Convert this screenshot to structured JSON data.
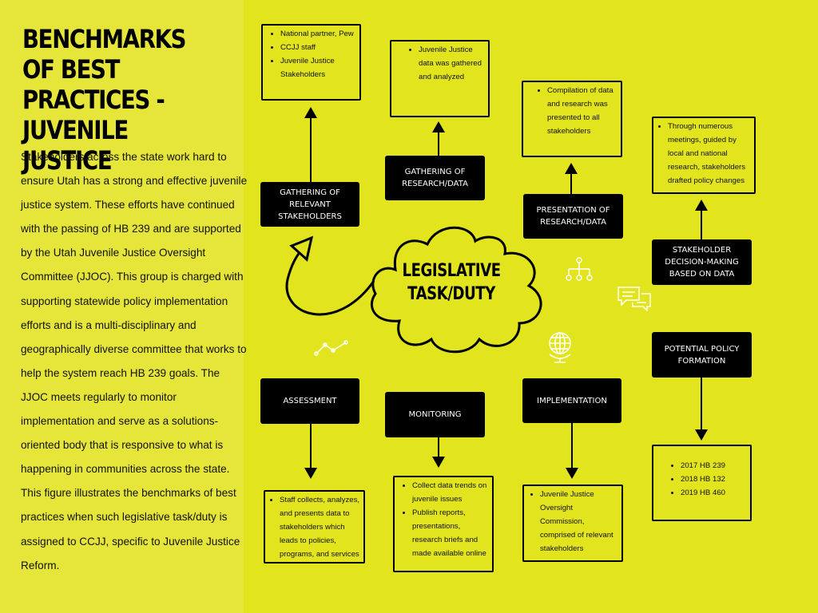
{
  "title": "BENCHMARKS OF BEST PRACTICES - JUVENILE JUSTICE",
  "intro": "Stakeholders across the state work hard to ensure Utah has a strong and effective juvenile justice system. These efforts have continued with the passing of HB 239 and are supported by the Utah Juvenile Justice Oversight Committee (JJOC). This group is charged with supporting statewide policy implementation efforts and is a multi-disciplinary and geographically diverse committee that works to help the system reach HB 239 goals. The JJOC meets regularly to monitor implementation and serve as a solutions-oriented body that is responsive to what is happening in communities across the state. This figure illustrates the benchmarks of best practices when such legislative task/duty is assigned to CCJJ, specific to Juvenile Justice Reform.",
  "center": [
    "LEGISLATIVE",
    "TASK/DUTY"
  ],
  "steps": {
    "gathering_stakeholders": {
      "label": [
        "GATHERING OF",
        "RELEVANT",
        "STAKEHOLDERS"
      ],
      "notes": [
        "National partner, Pew",
        "CCJJ staff",
        "Juvenile Justice Stakeholders"
      ]
    },
    "gathering_research": {
      "label": [
        "GATHERING OF",
        "RESEARCH/DATA"
      ],
      "notes": [
        "Juvenile Justice data was gathered and analyzed"
      ]
    },
    "presentation": {
      "label": [
        "PRESENTATION OF",
        "RESEARCH/DATA"
      ],
      "notes": [
        "Compilation of data and research was presented to all stakeholders"
      ]
    },
    "decision_making": {
      "label": [
        "STAKEHOLDER",
        "DECISION-MAKING",
        "BASED ON DATA"
      ],
      "notes": [
        "Through numerous meetings, guided by local and national research, stakeholders drafted policy changes"
      ]
    },
    "policy_formation": {
      "label": [
        "POTENTIAL POLICY",
        "FORMATION"
      ],
      "notes": [
        "2017 HB 239",
        "2018 HB 132",
        "2019 HB 460"
      ]
    },
    "implementation": {
      "label": [
        "IMPLEMENTATION"
      ],
      "notes": [
        "Juvenile Justice Oversight Commission, comprised of relevant stakeholders"
      ]
    },
    "monitoring": {
      "label": [
        "MONITORING"
      ],
      "notes": [
        "Collect data trends on juvenile issues",
        "Publish reports, presentations, research briefs and made available online"
      ]
    },
    "assessment": {
      "label": [
        "ASSESSMENT"
      ],
      "notes": [
        "Staff collects, analyzes, and presents data to stakeholders which leads to policies, programs, and services"
      ]
    }
  },
  "icons": [
    "org-chart-icon",
    "chat-bubbles-icon",
    "line-graph-icon",
    "globe-icon"
  ]
}
